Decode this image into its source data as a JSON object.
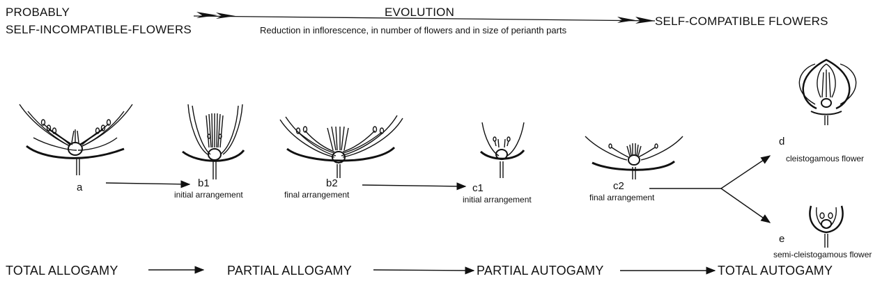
{
  "header": {
    "left_line1": "PROBABLY",
    "left_line2": "SELF-INCOMPATIBLE-FLOWERS",
    "center_title": "EVOLUTION",
    "center_subtitle": "Reduction in inflorescence, in number of flowers and in size of perianth parts",
    "right": "SELF-COMPATIBLE FLOWERS"
  },
  "flowers": {
    "a": {
      "label": "a",
      "caption": ""
    },
    "b1": {
      "label": "b1",
      "caption": "initial arrangement"
    },
    "b2": {
      "label": "b2",
      "caption": "final arrangement"
    },
    "c1": {
      "label": "c1",
      "caption": "initial arrangement"
    },
    "c2": {
      "label": "c2",
      "caption": "final arrangement"
    },
    "d": {
      "label": "d",
      "caption": "cleistogamous flower"
    },
    "e": {
      "label": "e",
      "caption": "semi-cleistogamous flower"
    }
  },
  "stages": [
    "TOTAL ALLOGAMY",
    "PARTIAL ALLOGAMY",
    "PARTIAL AUTOGAMY",
    "TOTAL AUTOGAMY"
  ],
  "colors": {
    "ink": "#111111",
    "fill": "#ffffff"
  }
}
